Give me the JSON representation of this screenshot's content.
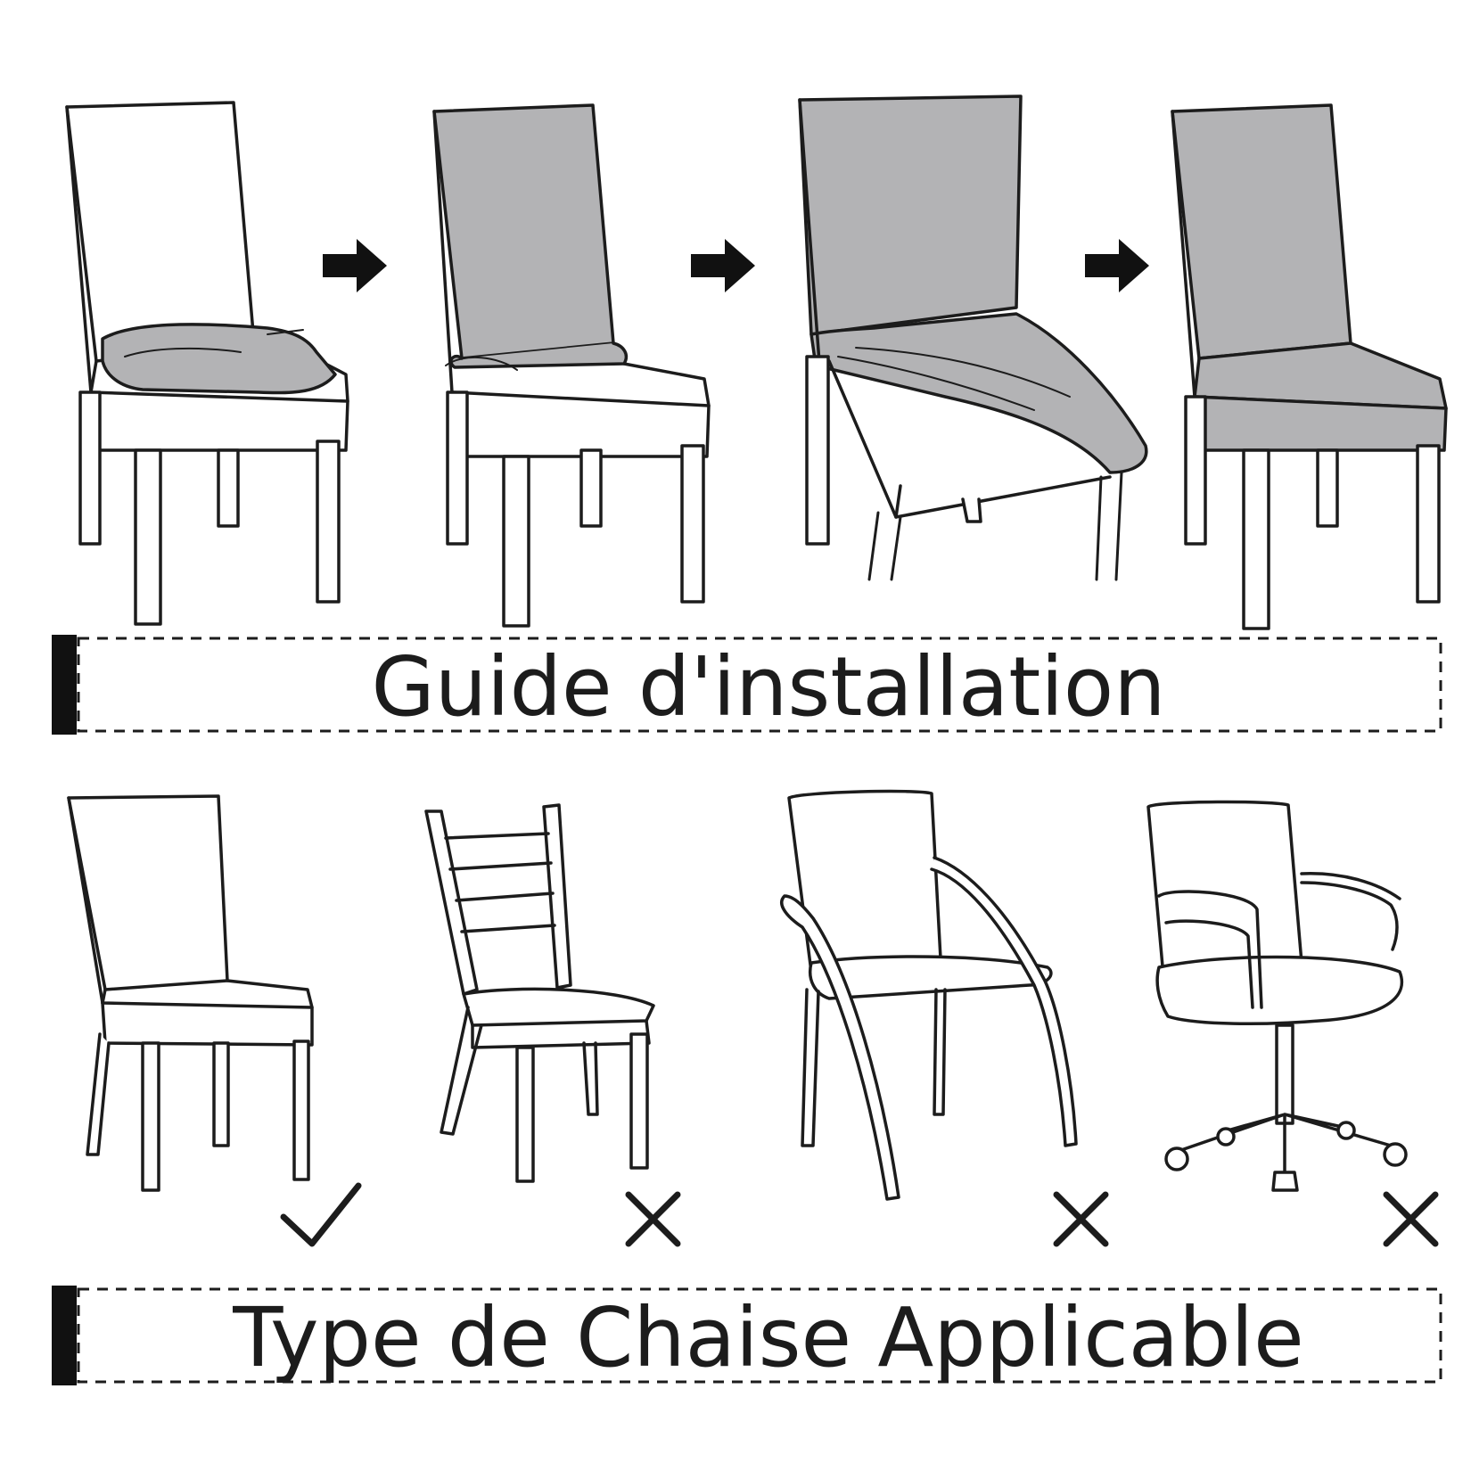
{
  "colors": {
    "ink": "#1c1c1c",
    "cover_gray": "#b3b3b5",
    "background": "#ffffff"
  },
  "installation": {
    "caption": "Guide d'installation",
    "steps": [
      {
        "name": "step-1",
        "cover_icon": "folded-cover-on-seat"
      },
      {
        "name": "step-2",
        "cover_icon": "backrest-covered"
      },
      {
        "name": "step-3",
        "cover_icon": "seat-cover-stretched"
      },
      {
        "name": "step-4",
        "cover_icon": "fully-covered-chair"
      }
    ],
    "arrow_icon": "right-arrow-icon"
  },
  "chair_types": {
    "caption": "Type de Chaise Applicable",
    "items": [
      {
        "name": "parsons-chair",
        "applicable": true,
        "mark_icon": "check-icon"
      },
      {
        "name": "ladder-back-chair",
        "applicable": false,
        "mark_icon": "cross-icon"
      },
      {
        "name": "curved-leg-armchair",
        "applicable": false,
        "mark_icon": "cross-icon"
      },
      {
        "name": "office-swivel-chair",
        "applicable": false,
        "mark_icon": "cross-icon"
      }
    ]
  }
}
